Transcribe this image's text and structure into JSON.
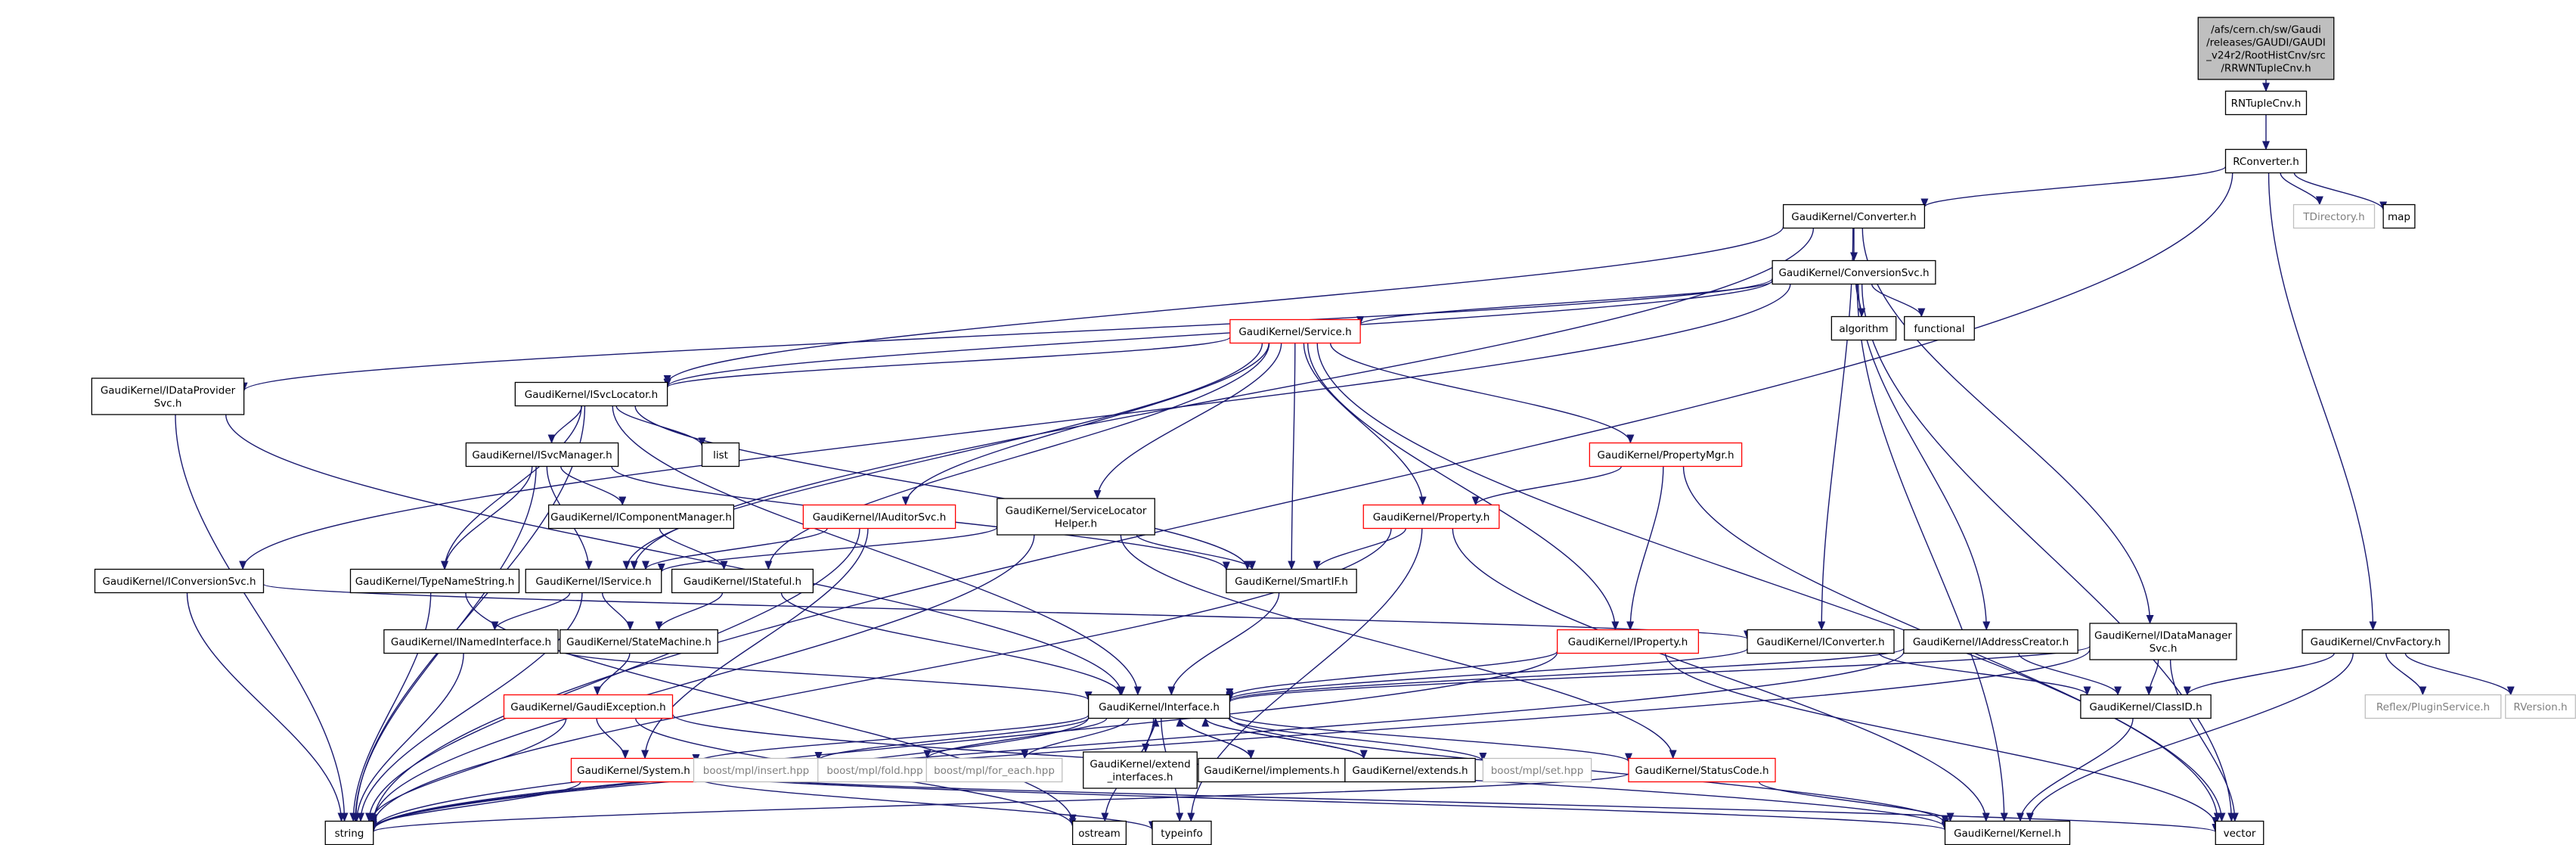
{
  "colors": {
    "edge": "#191970",
    "arrow": "#191970",
    "border_default": "#000000",
    "border_red": "#ff0000",
    "border_gray": "#bfbfbf",
    "root_fill": "#bfbfbf",
    "text_default": "#000000",
    "text_gray": "#7f7f7f"
  },
  "nodes": [
    {
      "id": "root",
      "lines": [
        "/afs/cern.ch/sw/Gaudi",
        "/releases/GAUDI/GAUDI",
        "_v24r2/RootHistCnv/src",
        "/RRWNTupleCnv.h"
      ],
      "style": "root"
    },
    {
      "id": "rntuplecnv",
      "lines": [
        "RNTupleCnv.h"
      ],
      "style": "default"
    },
    {
      "id": "rconverter",
      "lines": [
        "RConverter.h"
      ],
      "style": "default"
    },
    {
      "id": "converter",
      "lines": [
        "GaudiKernel/Converter.h"
      ],
      "style": "default"
    },
    {
      "id": "tdirectory",
      "lines": [
        "TDirectory.h"
      ],
      "style": "gray"
    },
    {
      "id": "map",
      "lines": [
        "map"
      ],
      "style": "default"
    },
    {
      "id": "conversionsvc",
      "lines": [
        "GaudiKernel/ConversionSvc.h"
      ],
      "style": "default"
    },
    {
      "id": "algorithm",
      "lines": [
        "algorithm"
      ],
      "style": "default"
    },
    {
      "id": "functional",
      "lines": [
        "functional"
      ],
      "style": "default"
    },
    {
      "id": "service",
      "lines": [
        "GaudiKernel/Service.h"
      ],
      "style": "red"
    },
    {
      "id": "idataprovider",
      "lines": [
        "GaudiKernel/IDataProvider",
        "Svc.h"
      ],
      "style": "default"
    },
    {
      "id": "isvclocator",
      "lines": [
        "GaudiKernel/ISvcLocator.h"
      ],
      "style": "default"
    },
    {
      "id": "list",
      "lines": [
        "list"
      ],
      "style": "default"
    },
    {
      "id": "isvcmanager",
      "lines": [
        "GaudiKernel/ISvcManager.h"
      ],
      "style": "default"
    },
    {
      "id": "propertymgr",
      "lines": [
        "GaudiKernel/PropertyMgr.h"
      ],
      "style": "red"
    },
    {
      "id": "icomponentmanager",
      "lines": [
        "GaudiKernel/IComponentManager.h"
      ],
      "style": "default"
    },
    {
      "id": "iauditorsvc",
      "lines": [
        "GaudiKernel/IAuditorSvc.h"
      ],
      "style": "red"
    },
    {
      "id": "servicelocatorhelper",
      "lines": [
        "GaudiKernel/ServiceLocator",
        "Helper.h"
      ],
      "style": "default"
    },
    {
      "id": "property",
      "lines": [
        "GaudiKernel/Property.h"
      ],
      "style": "red"
    },
    {
      "id": "iconversionsvc",
      "lines": [
        "GaudiKernel/IConversionSvc.h"
      ],
      "style": "default"
    },
    {
      "id": "typenamestring",
      "lines": [
        "GaudiKernel/TypeNameString.h"
      ],
      "style": "default"
    },
    {
      "id": "iservice",
      "lines": [
        "GaudiKernel/IService.h"
      ],
      "style": "default"
    },
    {
      "id": "istateful",
      "lines": [
        "GaudiKernel/IStateful.h"
      ],
      "style": "default"
    },
    {
      "id": "smartif",
      "lines": [
        "GaudiKernel/SmartIF.h"
      ],
      "style": "default"
    },
    {
      "id": "inamedinterface",
      "lines": [
        "GaudiKernel/INamedInterface.h"
      ],
      "style": "default"
    },
    {
      "id": "statemachine",
      "lines": [
        "GaudiKernel/StateMachine.h"
      ],
      "style": "default"
    },
    {
      "id": "iproperty",
      "lines": [
        "GaudiKernel/IProperty.h"
      ],
      "style": "red"
    },
    {
      "id": "iconverter",
      "lines": [
        "GaudiKernel/IConverter.h"
      ],
      "style": "default"
    },
    {
      "id": "iaddresscreator",
      "lines": [
        "GaudiKernel/IAddressCreator.h"
      ],
      "style": "default"
    },
    {
      "id": "idatamanagersvc",
      "lines": [
        "GaudiKernel/IDataManager",
        "Svc.h"
      ],
      "style": "default"
    },
    {
      "id": "cnvfactory",
      "lines": [
        "GaudiKernel/CnvFactory.h"
      ],
      "style": "default"
    },
    {
      "id": "gaudiexception",
      "lines": [
        "GaudiKernel/GaudiException.h"
      ],
      "style": "red"
    },
    {
      "id": "interface",
      "lines": [
        "GaudiKernel/Interface.h"
      ],
      "style": "default"
    },
    {
      "id": "classid",
      "lines": [
        "GaudiKernel/ClassID.h"
      ],
      "style": "default"
    },
    {
      "id": "pluginservice",
      "lines": [
        "Reflex/PluginService.h"
      ],
      "style": "gray"
    },
    {
      "id": "rversion",
      "lines": [
        "RVersion.h"
      ],
      "style": "gray"
    },
    {
      "id": "system",
      "lines": [
        "GaudiKernel/System.h"
      ],
      "style": "red"
    },
    {
      "id": "mplinsert",
      "lines": [
        "boost/mpl/insert.hpp"
      ],
      "style": "gray"
    },
    {
      "id": "mplfold",
      "lines": [
        "boost/mpl/fold.hpp"
      ],
      "style": "gray"
    },
    {
      "id": "mplforeach",
      "lines": [
        "boost/mpl/for_each.hpp"
      ],
      "style": "gray"
    },
    {
      "id": "extendinterfaces",
      "lines": [
        "GaudiKernel/extend",
        "_interfaces.h"
      ],
      "style": "default"
    },
    {
      "id": "implements",
      "lines": [
        "GaudiKernel/implements.h"
      ],
      "style": "default"
    },
    {
      "id": "extends",
      "lines": [
        "GaudiKernel/extends.h"
      ],
      "style": "default"
    },
    {
      "id": "mplset",
      "lines": [
        "boost/mpl/set.hpp"
      ],
      "style": "gray"
    },
    {
      "id": "statuscode",
      "lines": [
        "GaudiKernel/StatusCode.h"
      ],
      "style": "red"
    },
    {
      "id": "string",
      "lines": [
        "string"
      ],
      "style": "default"
    },
    {
      "id": "ostream",
      "lines": [
        "ostream"
      ],
      "style": "default"
    },
    {
      "id": "typeinfo",
      "lines": [
        "typeinfo"
      ],
      "style": "default"
    },
    {
      "id": "kernel",
      "lines": [
        "GaudiKernel/Kernel.h"
      ],
      "style": "default"
    },
    {
      "id": "vector",
      "lines": [
        "vector"
      ],
      "style": "default"
    }
  ],
  "edges": [
    [
      "root",
      "rntuplecnv"
    ],
    [
      "rntuplecnv",
      "rconverter"
    ],
    [
      "rconverter",
      "converter"
    ],
    [
      "rconverter",
      "tdirectory"
    ],
    [
      "rconverter",
      "map"
    ],
    [
      "rconverter",
      "cnvfactory"
    ],
    [
      "rconverter",
      "string"
    ],
    [
      "converter",
      "conversionsvc"
    ],
    [
      "converter",
      "idataprovidersvc"
    ],
    [
      "converter",
      "isvclocator"
    ],
    [
      "converter",
      "iservice"
    ],
    [
      "converter",
      "iconverter"
    ],
    [
      "converter",
      "idatamanagersvc"
    ],
    [
      "conversionsvc",
      "service"
    ],
    [
      "conversionsvc",
      "algorithm"
    ],
    [
      "conversionsvc",
      "functional"
    ],
    [
      "conversionsvc",
      "idataprovider"
    ],
    [
      "conversionsvc",
      "isvclocator"
    ],
    [
      "conversionsvc",
      "iconversionsvc"
    ],
    [
      "conversionsvc",
      "iaddresscreator"
    ],
    [
      "conversionsvc",
      "kernel"
    ],
    [
      "conversionsvc",
      "vector"
    ],
    [
      "service",
      "isvclocator"
    ],
    [
      "service",
      "iauditorsvc"
    ],
    [
      "service",
      "servicelocatorhelper"
    ],
    [
      "service",
      "propertymgr"
    ],
    [
      "service",
      "property"
    ],
    [
      "service",
      "iproperty"
    ],
    [
      "service",
      "smartif"
    ],
    [
      "service",
      "iservice"
    ],
    [
      "service",
      "istateful"
    ],
    [
      "service",
      "vector"
    ],
    [
      "idataprovider",
      "interface"
    ],
    [
      "idataprovider",
      "string"
    ],
    [
      "isvclocator",
      "isvcmanager"
    ],
    [
      "isvclocator",
      "list"
    ],
    [
      "isvclocator",
      "typenamestring"
    ],
    [
      "isvclocator",
      "smartif"
    ],
    [
      "isvclocator",
      "interface"
    ],
    [
      "isvclocator",
      "string"
    ],
    [
      "isvcmanager",
      "icomponentmanager"
    ],
    [
      "isvcmanager",
      "iservice"
    ],
    [
      "isvcmanager",
      "typenamestring"
    ],
    [
      "isvcmanager",
      "smartif"
    ],
    [
      "isvcmanager",
      "string"
    ],
    [
      "icomponentmanager",
      "istateful"
    ],
    [
      "propertymgr",
      "property"
    ],
    [
      "propertymgr",
      "iproperty"
    ],
    [
      "propertymgr",
      "vector"
    ],
    [
      "iauditorsvc",
      "iservice"
    ],
    [
      "iauditorsvc",
      "system"
    ],
    [
      "iauditorsvc",
      "string"
    ],
    [
      "servicelocatorhelper",
      "iservice"
    ],
    [
      "servicelocatorhelper",
      "smartif"
    ],
    [
      "servicelocatorhelper",
      "statuscode"
    ],
    [
      "servicelocatorhelper",
      "string"
    ],
    [
      "property",
      "smartif"
    ],
    [
      "property",
      "kernel"
    ],
    [
      "property",
      "typeinfo"
    ],
    [
      "property",
      "string"
    ],
    [
      "iconversionsvc",
      "iconverter"
    ],
    [
      "iconversionsvc",
      "string"
    ],
    [
      "typenamestring",
      "string"
    ],
    [
      "typenamestring",
      "ostream"
    ],
    [
      "iservice",
      "inamedinterface"
    ],
    [
      "iservice",
      "statemachine"
    ],
    [
      "iservice",
      "string"
    ],
    [
      "istateful",
      "statemachine"
    ],
    [
      "istateful",
      "interface"
    ],
    [
      "smartif",
      "interface"
    ],
    [
      "inamedinterface",
      "interface"
    ],
    [
      "inamedinterface",
      "string"
    ],
    [
      "statemachine",
      "gaudiexception"
    ],
    [
      "iproperty",
      "interface"
    ],
    [
      "iproperty",
      "string"
    ],
    [
      "iproperty",
      "vector"
    ],
    [
      "iconverter",
      "interface"
    ],
    [
      "iconverter",
      "classid"
    ],
    [
      "iaddresscreator",
      "interface"
    ],
    [
      "iaddresscreator",
      "classid"
    ],
    [
      "iaddresscreator",
      "string"
    ],
    [
      "idatamanagersvc",
      "interface"
    ],
    [
      "idatamanagersvc",
      "classid"
    ],
    [
      "idatamanagersvc",
      "string"
    ],
    [
      "idatamanagersvc",
      "vector"
    ],
    [
      "cnvfactory",
      "classid"
    ],
    [
      "cnvfactory",
      "pluginservice"
    ],
    [
      "cnvfactory",
      "rversion"
    ],
    [
      "cnvfactory",
      "kernel"
    ],
    [
      "gaudiexception",
      "system"
    ],
    [
      "gaudiexception",
      "string"
    ],
    [
      "gaudiexception",
      "ostream"
    ],
    [
      "gaudiexception",
      "kernel"
    ],
    [
      "interface",
      "system"
    ],
    [
      "interface",
      "mplinsert"
    ],
    [
      "interface",
      "mplfold"
    ],
    [
      "interface",
      "mplforeach"
    ],
    [
      "interface",
      "extendinterfaces"
    ],
    [
      "interface",
      "implements"
    ],
    [
      "interface",
      "extends"
    ],
    [
      "interface",
      "mplset"
    ],
    [
      "interface",
      "statuscode"
    ],
    [
      "interface",
      "kernel"
    ],
    [
      "interface",
      "ostream"
    ],
    [
      "interface",
      "typeinfo"
    ],
    [
      "interface",
      "string"
    ],
    [
      "extendinterfaces",
      "interface"
    ],
    [
      "implements",
      "interface"
    ],
    [
      "extends",
      "interface"
    ],
    [
      "classid",
      "kernel"
    ],
    [
      "system",
      "kernel"
    ],
    [
      "system",
      "string"
    ],
    [
      "system",
      "vector"
    ],
    [
      "system",
      "typeinfo"
    ],
    [
      "statuscode",
      "kernel"
    ],
    [
      "statuscode",
      "string"
    ]
  ]
}
